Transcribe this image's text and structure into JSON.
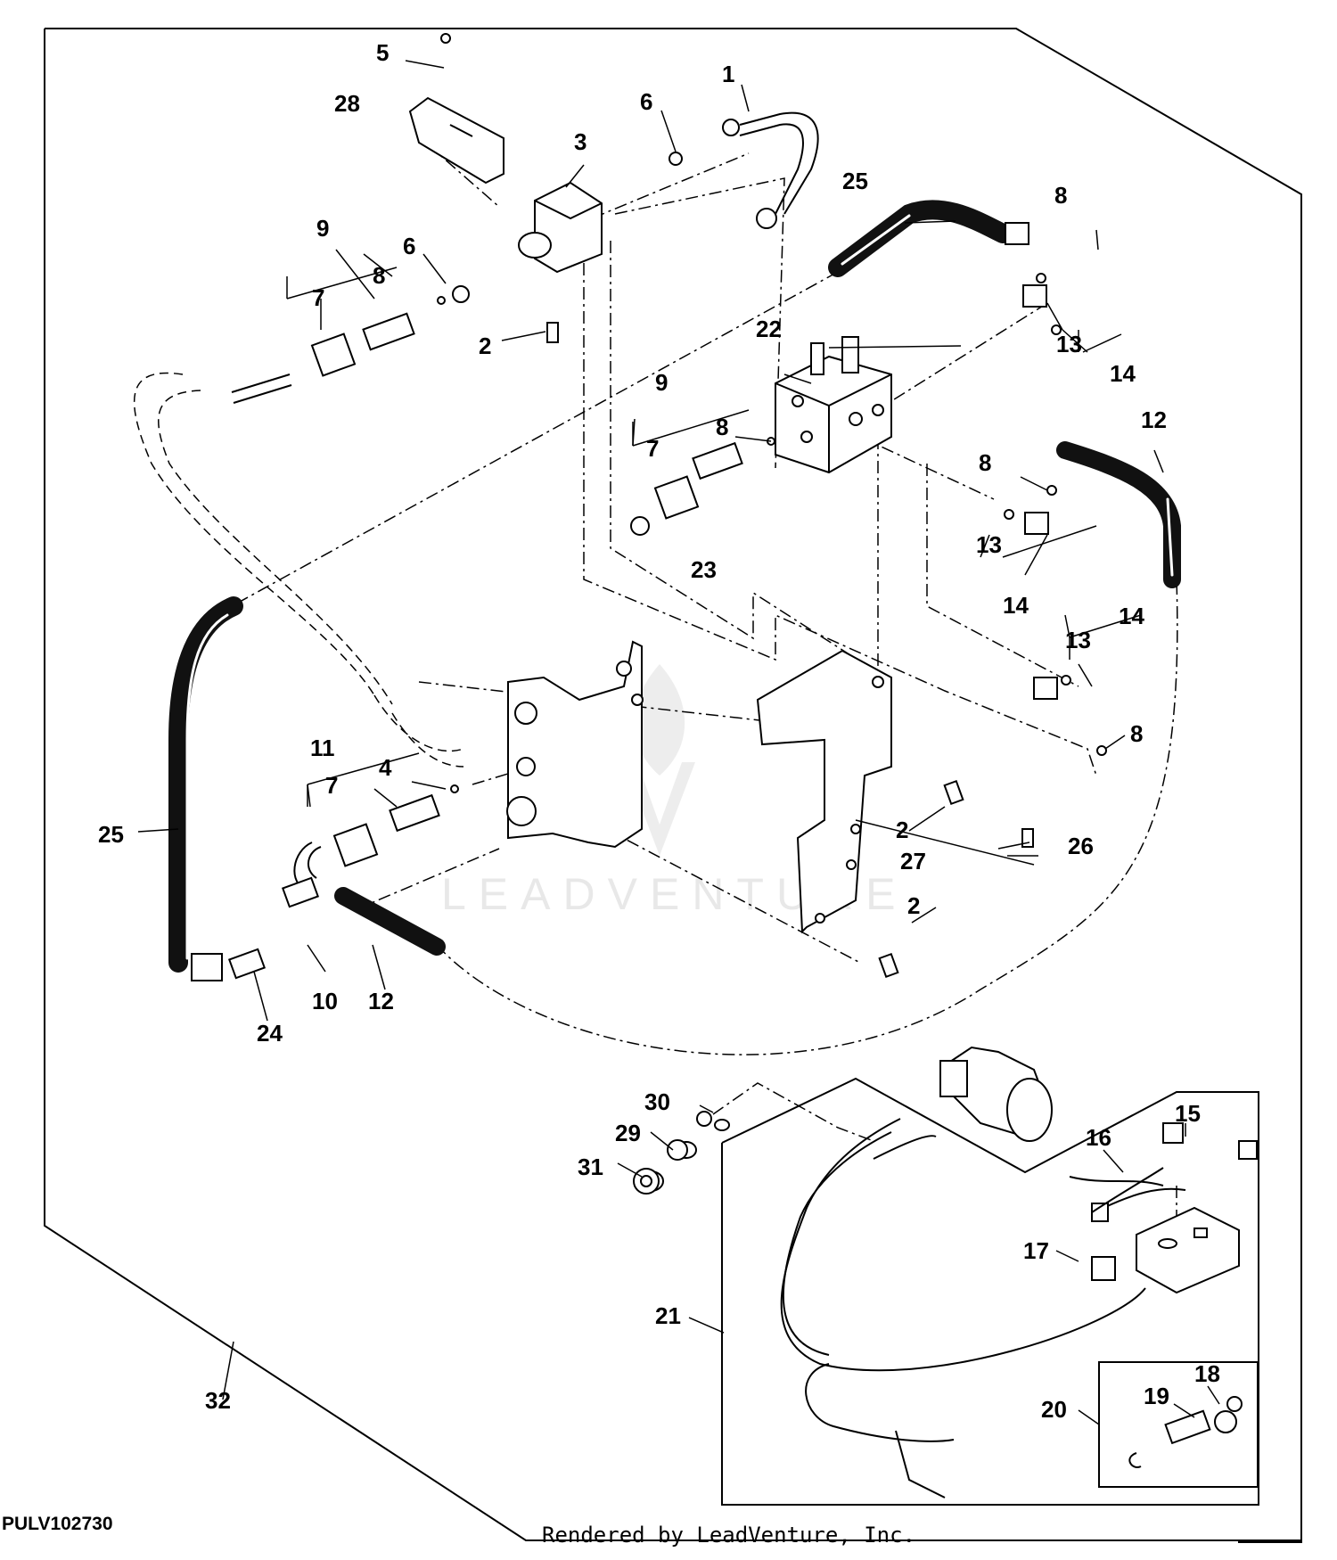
{
  "diagram": {
    "figure_code": "PULV102730",
    "render_credit": "Rendered by LeadVenture, Inc.",
    "watermark_text": "LEADVENTURE",
    "callouts": [
      "1",
      "2",
      "2",
      "2",
      "2",
      "3",
      "4",
      "5",
      "6",
      "6",
      "7",
      "7",
      "7",
      "8",
      "8",
      "8",
      "8",
      "8",
      "9",
      "9",
      "10",
      "11",
      "12",
      "12",
      "13",
      "13",
      "13",
      "14",
      "14",
      "14",
      "15",
      "16",
      "17",
      "18",
      "19",
      "20",
      "21",
      "22",
      "23",
      "24",
      "25",
      "25",
      "26",
      "27",
      "28",
      "29",
      "30",
      "31",
      "32"
    ]
  },
  "colors": {
    "line": "#000000",
    "hose": "#111111",
    "watermark": "#e6e6e6"
  }
}
